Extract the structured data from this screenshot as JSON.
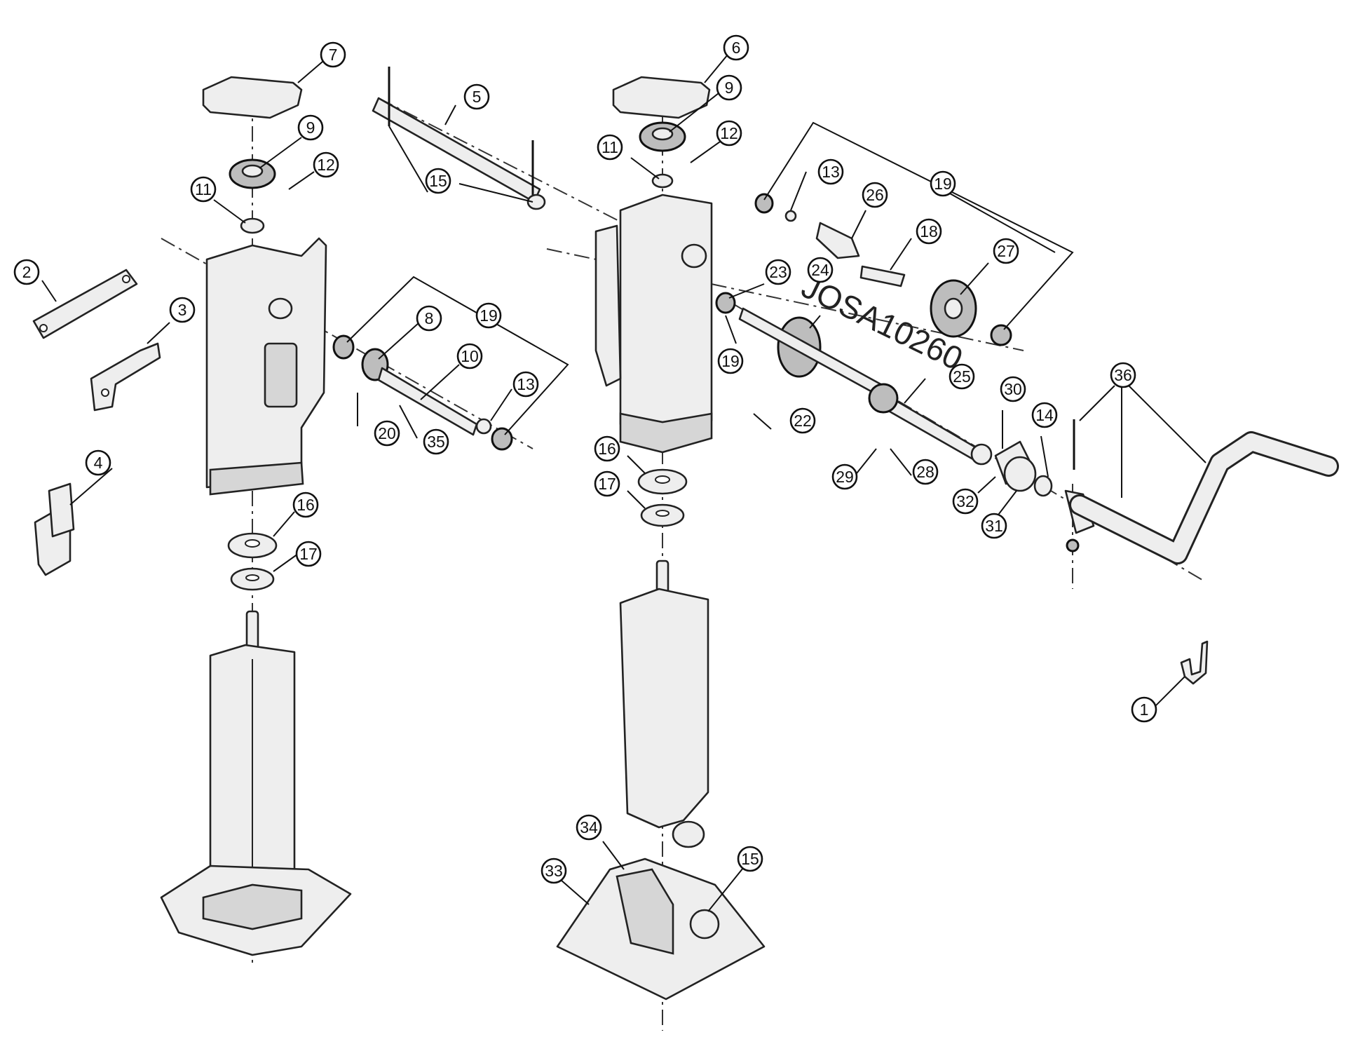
{
  "drawing_code": "JOSA10260.",
  "callouts": [
    "1",
    "2",
    "3",
    "4",
    "5",
    "6",
    "7",
    "8",
    "9",
    "9",
    "10",
    "11",
    "11",
    "12",
    "12",
    "13",
    "13",
    "14",
    "15",
    "15",
    "16",
    "16",
    "17",
    "17",
    "18",
    "19",
    "19",
    "19",
    "20",
    "22",
    "23",
    "24",
    "25",
    "26",
    "27",
    "28",
    "29",
    "30",
    "31",
    "32",
    "33",
    "34",
    "35",
    "36"
  ]
}
